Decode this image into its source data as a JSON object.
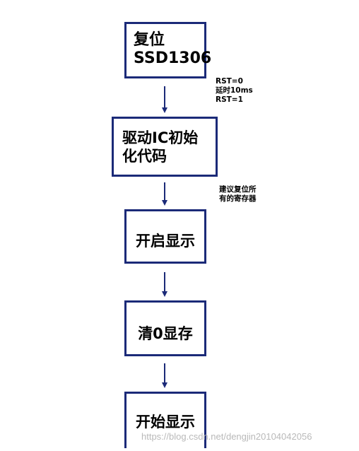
{
  "steps": [
    {
      "label": "复位\nSSD1306"
    },
    {
      "label": "驱动IC初始\n化代码"
    },
    {
      "label": "开启显示"
    },
    {
      "label": "清0显存"
    },
    {
      "label": "开始显示"
    }
  ],
  "annotations": [
    {
      "text": "RST=0\n延时10ms\nRST=1"
    },
    {
      "text": "建议复位所\n有的寄存器"
    }
  ],
  "watermark": "https://blog.csdn.net/dengjin20104042056",
  "colors": {
    "box_border": "#1b2a78",
    "arrow": "#1b2a78",
    "watermark": "#b9b9b9"
  }
}
